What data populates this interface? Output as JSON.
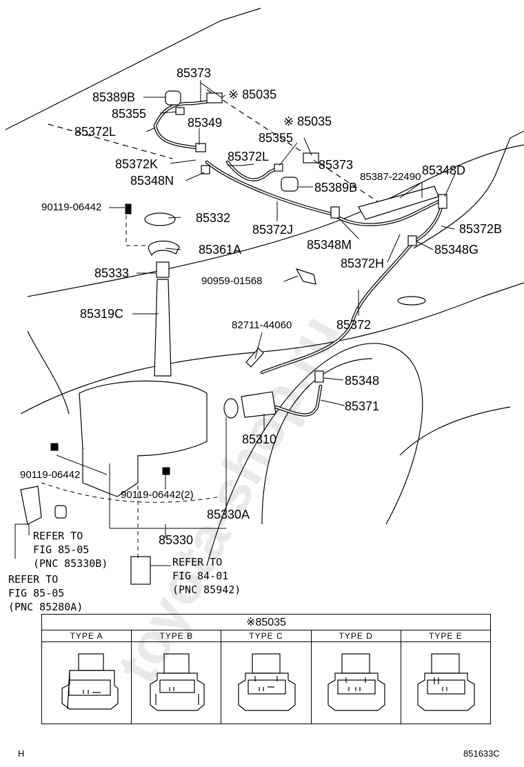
{
  "watermark": "toyota-shop.ru",
  "labels": {
    "p85373_top": "85373",
    "p85389b_top": "85389B",
    "p85035_top": "※ 85035",
    "p85355_top": "85355",
    "p85372l_top": "85372L",
    "p85349": "85349",
    "p85035_mid": "※ 85035",
    "p85355_mid": "85355",
    "p85372k": "85372K",
    "p85372l_mid": "85372L",
    "p85373_mid": "85373",
    "p85348n": "85348N",
    "p85389b_mid": "85389B",
    "p85387": "85387-22490",
    "p85348d": "85348D",
    "p90119_top": "90119-06442",
    "p85332": "85332",
    "p85372j": "85372J",
    "p85372b": "85372B",
    "p85361a": "85361A",
    "p85348m": "85348M",
    "p85348g": "85348G",
    "p85372h": "85372H",
    "p85333": "85333",
    "p90959": "90959-01568",
    "p85319c": "85319C",
    "p85372": "85372",
    "p82711": "82711-44060",
    "p85348": "85348",
    "p85371": "85371",
    "p85310": "85310",
    "p90119_left": "90119-06442",
    "p90119_2": "90119-06442(2)",
    "p85330a": "85330A",
    "p85330": "85330"
  },
  "refs": {
    "ref_a": "REFER TO\nFIG 85-05\n(PNC 85330B)",
    "ref_b": "REFER TO\nFIG 84-01\n(PNC 85942)",
    "ref_c": "REFER TO\nFIG 85-05\n(PNC 85280A)"
  },
  "table": {
    "title": "※85035",
    "types": [
      "TYPE A",
      "TYPE B",
      "TYPE C",
      "TYPE D",
      "TYPE E"
    ]
  },
  "footer": {
    "left": "H",
    "right": "851633C"
  }
}
